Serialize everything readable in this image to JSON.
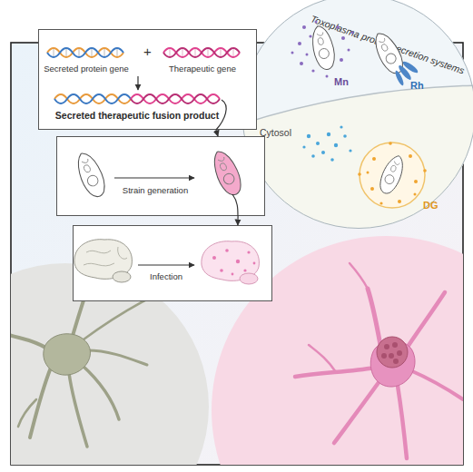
{
  "diagram": {
    "nodes": [
      {
        "text": [
          "Toxoplasma protein secretion systems"
        ]
      },
      {
        "text": [
          "Secreted protein gene",
          "Therapeutic gene",
          "Secreted therapeutic fusion product"
        ]
      },
      {
        "text": [
          "Strain generation"
        ]
      },
      {
        "text": [
          "Infection"
        ]
      }
    ],
    "edges": [
      {
        "from": 1,
        "to": 2,
        "arrow": "to"
      },
      {
        "from": 2,
        "to": 3,
        "arrow": "to"
      }
    ],
    "labels": [
      "+",
      "Mn",
      "Rh",
      "DG",
      "Cytosol"
    ]
  }
}
